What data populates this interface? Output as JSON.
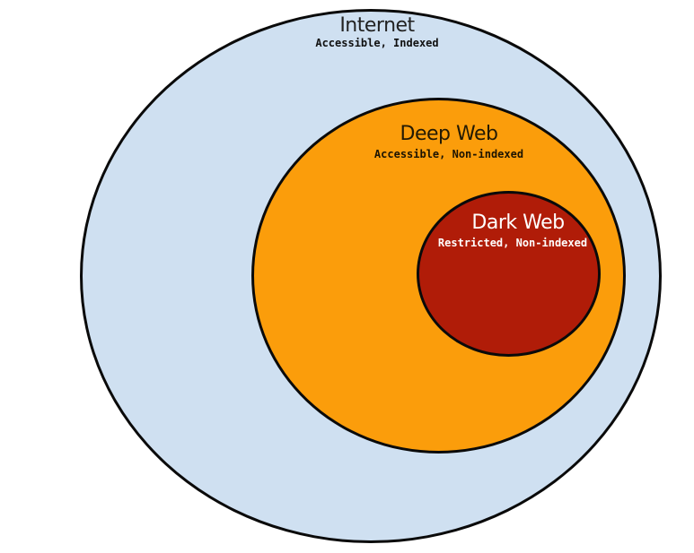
{
  "diagram": {
    "background": "#ffffff",
    "stroke_color": "#0a0a0a",
    "circles": {
      "internet": {
        "title": "Internet",
        "subtitle": "Accessible, Indexed",
        "fill": "#cfe0f1",
        "title_color": "#222222",
        "subtitle_color": "#101010"
      },
      "deep_web": {
        "title": "Deep Web",
        "subtitle": "Accessible, Non-indexed",
        "fill": "#fb9d0b",
        "title_color": "#231a04",
        "subtitle_color": "#1c1402"
      },
      "dark_web": {
        "title": "Dark Web",
        "subtitle": "Restricted, Non-indexed",
        "fill": "#b01c08",
        "title_color": "#ffffff",
        "subtitle_color": "#ffffff"
      }
    }
  }
}
